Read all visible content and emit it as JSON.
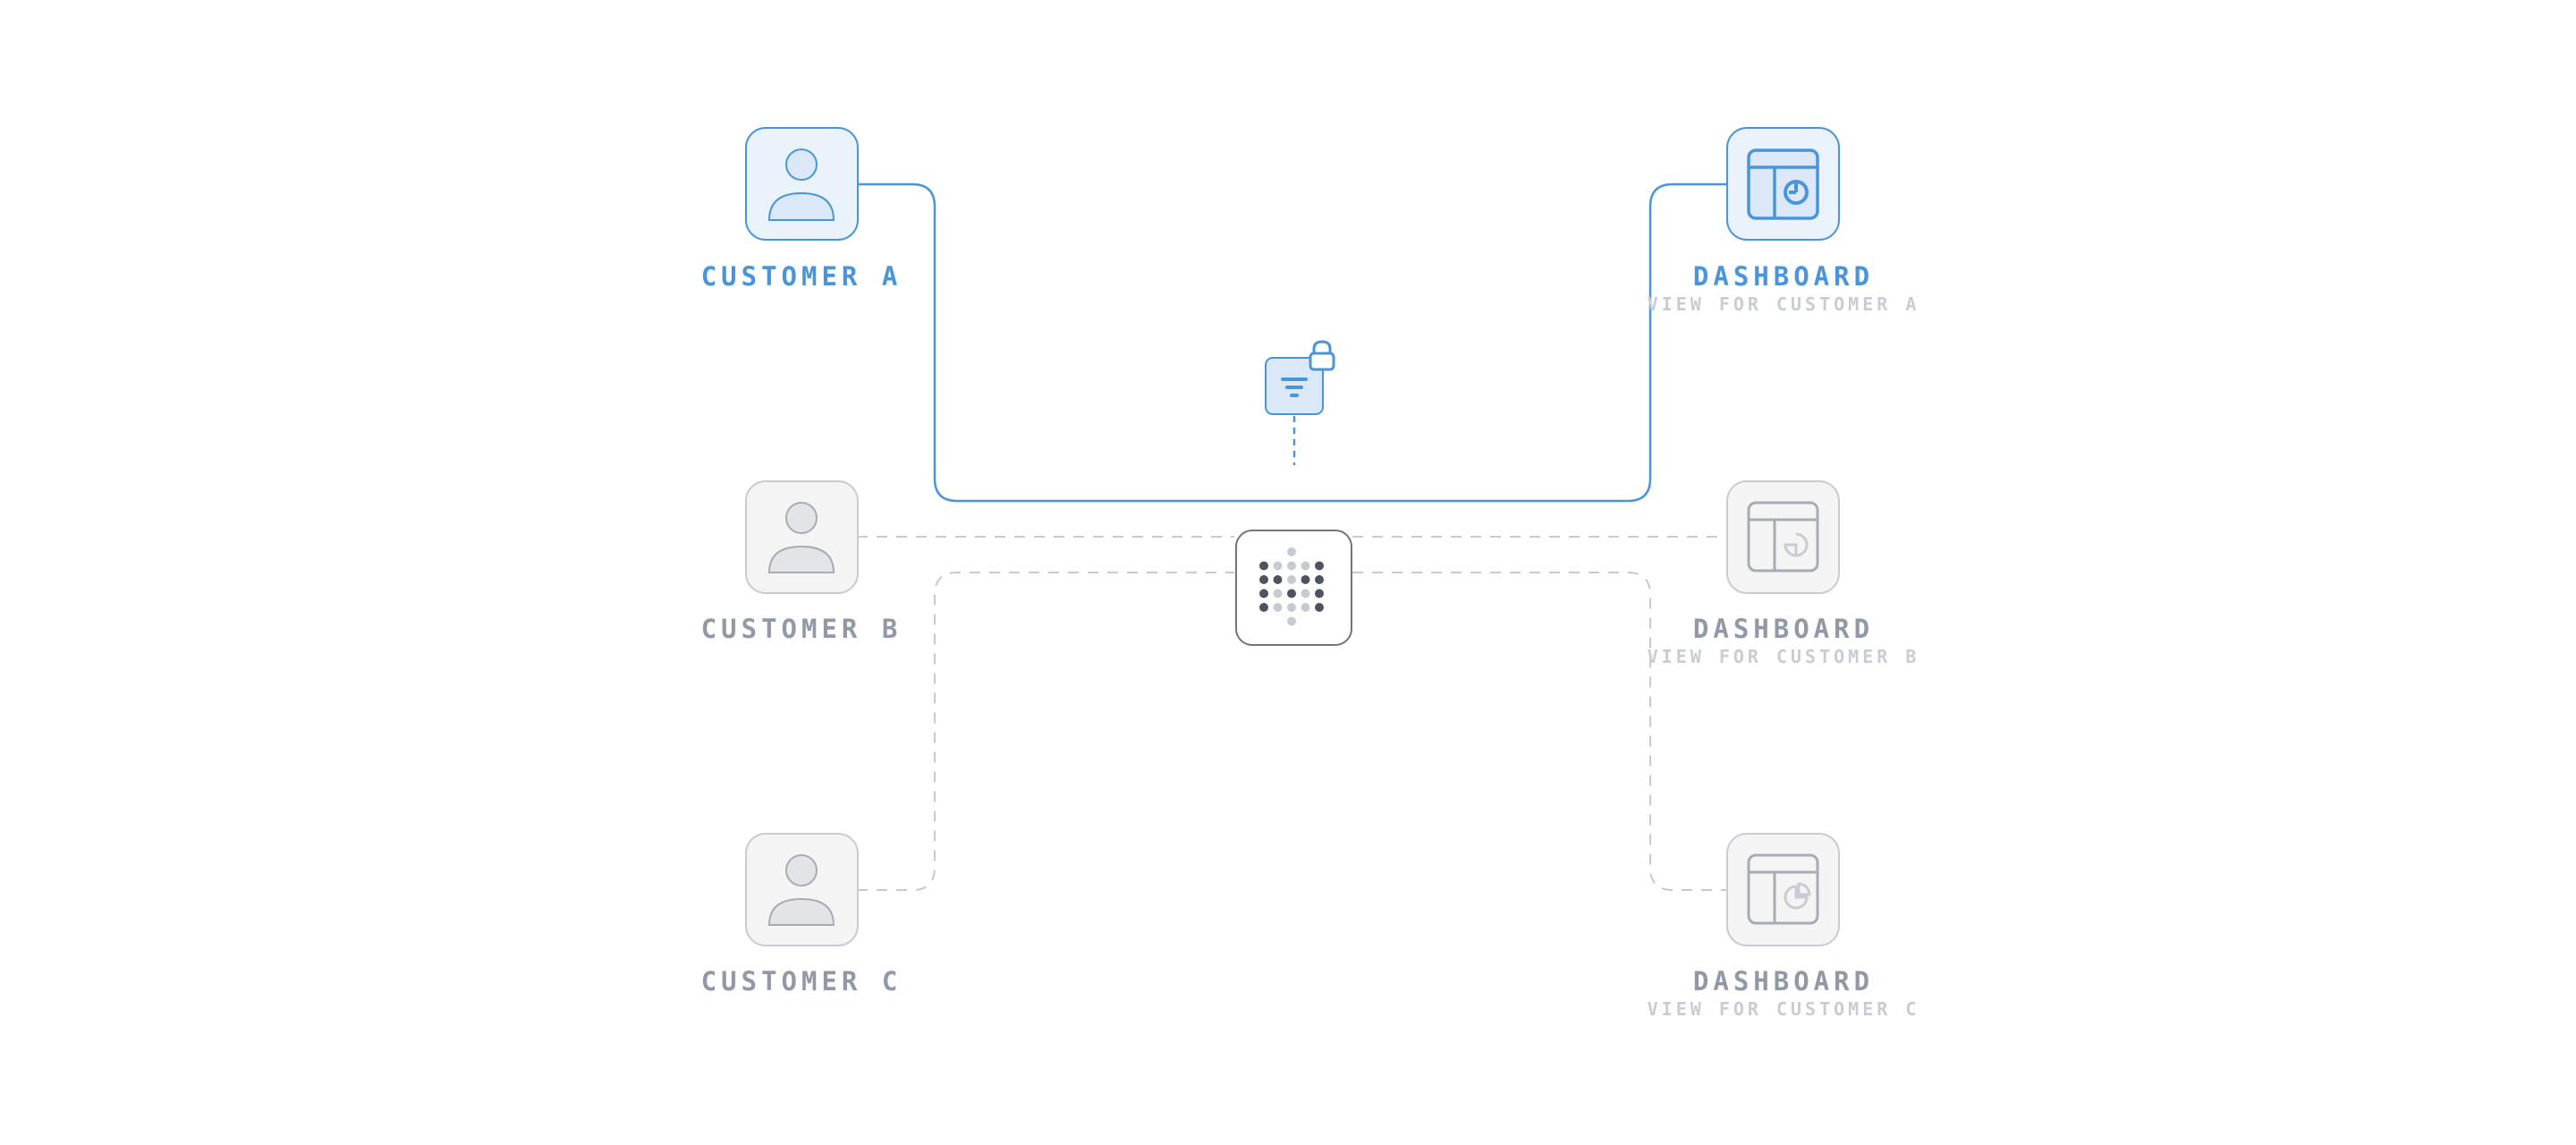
{
  "customers": [
    {
      "label": "CUSTOMER A",
      "state": "active"
    },
    {
      "label": "CUSTOMER B",
      "state": "inactive"
    },
    {
      "label": "CUSTOMER C",
      "state": "inactive"
    }
  ],
  "dashboards": [
    {
      "label": "DASHBOARD",
      "sublabel": "VIEW FOR CUSTOMER A",
      "state": "active"
    },
    {
      "label": "DASHBOARD",
      "sublabel": "VIEW FOR CUSTOMER B",
      "state": "inactive"
    },
    {
      "label": "DASHBOARD",
      "sublabel": "VIEW FOR CUSTOMER C",
      "state": "inactive"
    }
  ],
  "icons": {
    "customer": "user-icon",
    "dashboard": "dashboard-icon",
    "filter": "filter-icon",
    "lock": "lock-icon",
    "hub": "dot-grid-logo-icon"
  },
  "colors": {
    "active_stroke": "#4a94db",
    "active_fill": "#eaf2fb",
    "inactive_stroke": "#c9ccd2",
    "inactive_fill": "#f4f4f5",
    "dashed_line": "#c6c9cf"
  }
}
